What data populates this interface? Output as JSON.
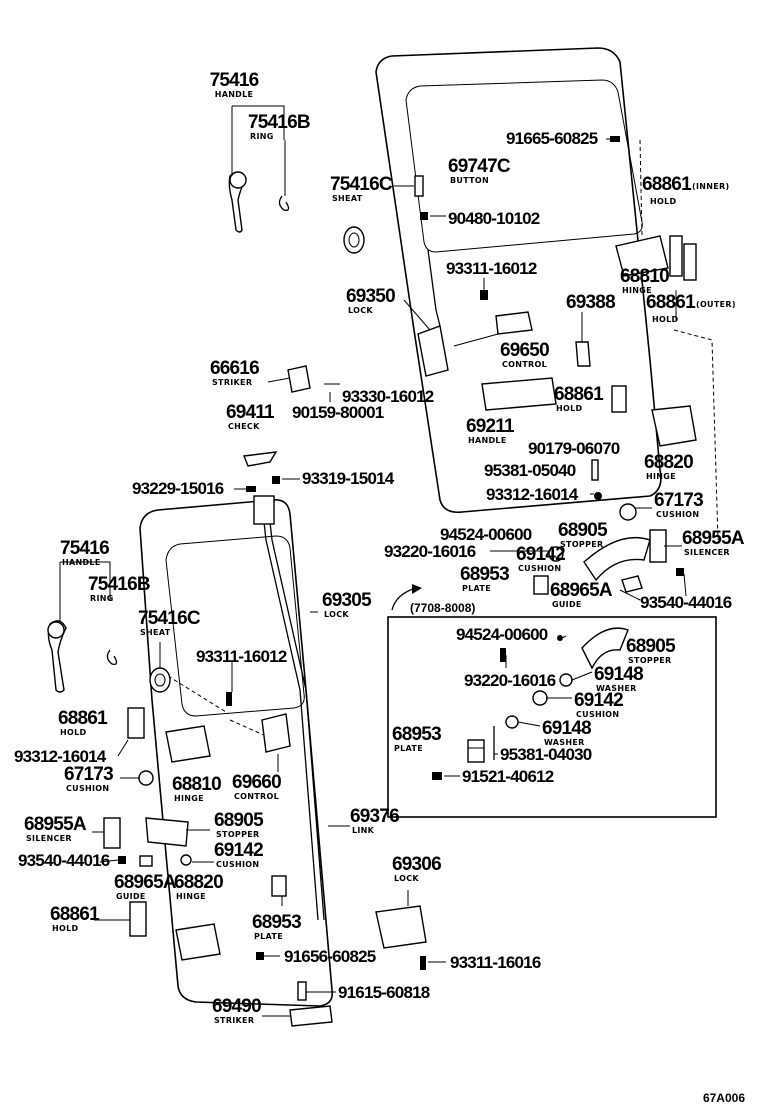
{
  "title": "",
  "drawing_code": "67A006",
  "kit_note": "(7708-8008)",
  "labels": [
    {
      "id": "handle-upper",
      "pn": "75416",
      "sub": "HANDLE"
    },
    {
      "id": "ring-upper",
      "pn": "75416B",
      "sub": "RING"
    },
    {
      "id": "sheat-upper",
      "pn": "75416C",
      "sub": "SHEAT"
    },
    {
      "id": "button",
      "pn": "69747C",
      "sub": "BUTTON"
    },
    {
      "id": "screw-91665",
      "pn": "91665-60825",
      "sub": ""
    },
    {
      "id": "plug-90480",
      "pn": "90480-10102",
      "sub": ""
    },
    {
      "id": "hold-inner",
      "pn": "68861",
      "sub": "(INNER)"
    },
    {
      "id": "hold-inner-sub",
      "pn": "",
      "sub": "HOLD"
    },
    {
      "id": "bolt-93311-top",
      "pn": "93311-16012",
      "sub": ""
    },
    {
      "id": "hinge-68810-top",
      "pn": "68810",
      "sub": "HINGE"
    },
    {
      "id": "hold-outer",
      "pn": "68861",
      "sub": "(OUTER)"
    },
    {
      "id": "hold-outer-sub",
      "pn": "",
      "sub": "HOLD"
    },
    {
      "id": "lock-69350",
      "pn": "69350",
      "sub": "LOCK"
    },
    {
      "id": "part-69388",
      "pn": "69388",
      "sub": ""
    },
    {
      "id": "control-69650",
      "pn": "69650",
      "sub": "CONTROL"
    },
    {
      "id": "striker-66616",
      "pn": "66616",
      "sub": "STRIKER"
    },
    {
      "id": "screw-93330",
      "pn": "93330-16012",
      "sub": ""
    },
    {
      "id": "bolt-90159",
      "pn": "90159-80001",
      "sub": ""
    },
    {
      "id": "hold-68861-mid",
      "pn": "68861",
      "sub": "HOLD"
    },
    {
      "id": "check-69411",
      "pn": "69411",
      "sub": "CHECK"
    },
    {
      "id": "handle-69211",
      "pn": "69211",
      "sub": "HANDLE"
    },
    {
      "id": "part-90179",
      "pn": "90179-06070",
      "sub": ""
    },
    {
      "id": "pin-95381-05040",
      "pn": "95381-05040",
      "sub": ""
    },
    {
      "id": "hinge-68820-top",
      "pn": "68820",
      "sub": "HINGE"
    },
    {
      "id": "screw-93229",
      "pn": "93229-15016",
      "sub": ""
    },
    {
      "id": "screw-93319",
      "pn": "93319-15014",
      "sub": ""
    },
    {
      "id": "bolt-93312-top",
      "pn": "93312-16014",
      "sub": ""
    },
    {
      "id": "cushion-67173-top",
      "pn": "67173",
      "sub": "CUSHION"
    },
    {
      "id": "part-94524-top",
      "pn": "94524-00600",
      "sub": ""
    },
    {
      "id": "stopper-68905-top",
      "pn": "68905",
      "sub": "STOPPER"
    },
    {
      "id": "silencer-68955a-top",
      "pn": "68955A",
      "sub": "SILENCER"
    },
    {
      "id": "bolt-93220-top",
      "pn": "93220-16016",
      "sub": ""
    },
    {
      "id": "cushion-69142-top",
      "pn": "69142",
      "sub": "CUSHION"
    },
    {
      "id": "plate-68953-top",
      "pn": "68953",
      "sub": "PLATE"
    },
    {
      "id": "guide-68965a-top",
      "pn": "68965A",
      "sub": "GUIDE"
    },
    {
      "id": "bolt-93540-top",
      "pn": "93540-44016",
      "sub": ""
    },
    {
      "id": "handle-lower",
      "pn": "75416",
      "sub": "HANDLE"
    },
    {
      "id": "ring-lower",
      "pn": "75416B",
      "sub": "RING"
    },
    {
      "id": "sheat-lower",
      "pn": "75416C",
      "sub": "SHEAT"
    },
    {
      "id": "lock-69305",
      "pn": "69305",
      "sub": "LOCK"
    },
    {
      "id": "bolt-93311-mid",
      "pn": "93311-16012",
      "sub": ""
    },
    {
      "id": "box-94524",
      "pn": "94524-00600",
      "sub": ""
    },
    {
      "id": "box-stopper-68905",
      "pn": "68905",
      "sub": "STOPPER"
    },
    {
      "id": "box-93220",
      "pn": "93220-16016",
      "sub": ""
    },
    {
      "id": "box-washer-69148-a",
      "pn": "69148",
      "sub": "WASHER"
    },
    {
      "id": "box-cushion-69142",
      "pn": "69142",
      "sub": "CUSHION"
    },
    {
      "id": "box-plate-68953",
      "pn": "68953",
      "sub": "PLATE"
    },
    {
      "id": "box-washer-69148-b",
      "pn": "69148",
      "sub": "WASHER"
    },
    {
      "id": "box-pin-95381-04030",
      "pn": "95381-04030",
      "sub": ""
    },
    {
      "id": "box-91521",
      "pn": "91521-40612",
      "sub": ""
    },
    {
      "id": "hold-68861-low",
      "pn": "68861",
      "sub": "HOLD"
    },
    {
      "id": "bolt-93312-low",
      "pn": "93312-16014",
      "sub": ""
    },
    {
      "id": "cushion-67173-low",
      "pn": "67173",
      "sub": "CUSHION"
    },
    {
      "id": "hinge-68810-low",
      "pn": "68810",
      "sub": "HINGE"
    },
    {
      "id": "control-69660",
      "pn": "69660",
      "sub": "CONTROL"
    },
    {
      "id": "link-69376",
      "pn": "69376",
      "sub": "LINK"
    },
    {
      "id": "silencer-68955a-low",
      "pn": "68955A",
      "sub": "SILENCER"
    },
    {
      "id": "stopper-68905-low",
      "pn": "68905",
      "sub": "STOPPER"
    },
    {
      "id": "cushion-69142-low",
      "pn": "69142",
      "sub": "CUSHION"
    },
    {
      "id": "bolt-93540-low",
      "pn": "93540-44016",
      "sub": ""
    },
    {
      "id": "guide-68965a-low",
      "pn": "68965A",
      "sub": "GUIDE"
    },
    {
      "id": "hinge-68820-low",
      "pn": "68820",
      "sub": "HINGE"
    },
    {
      "id": "lock-69306",
      "pn": "69306",
      "sub": "LOCK"
    },
    {
      "id": "hold-68861-bottom",
      "pn": "68861",
      "sub": "HOLD"
    },
    {
      "id": "plate-68953-low",
      "pn": "68953",
      "sub": "PLATE"
    },
    {
      "id": "screw-91656",
      "pn": "91656-60825",
      "sub": ""
    },
    {
      "id": "bolt-93311-low",
      "pn": "93311-16016",
      "sub": ""
    },
    {
      "id": "bolt-91615",
      "pn": "91615-60818",
      "sub": ""
    },
    {
      "id": "striker-69490",
      "pn": "69490",
      "sub": "STRIKER"
    }
  ]
}
